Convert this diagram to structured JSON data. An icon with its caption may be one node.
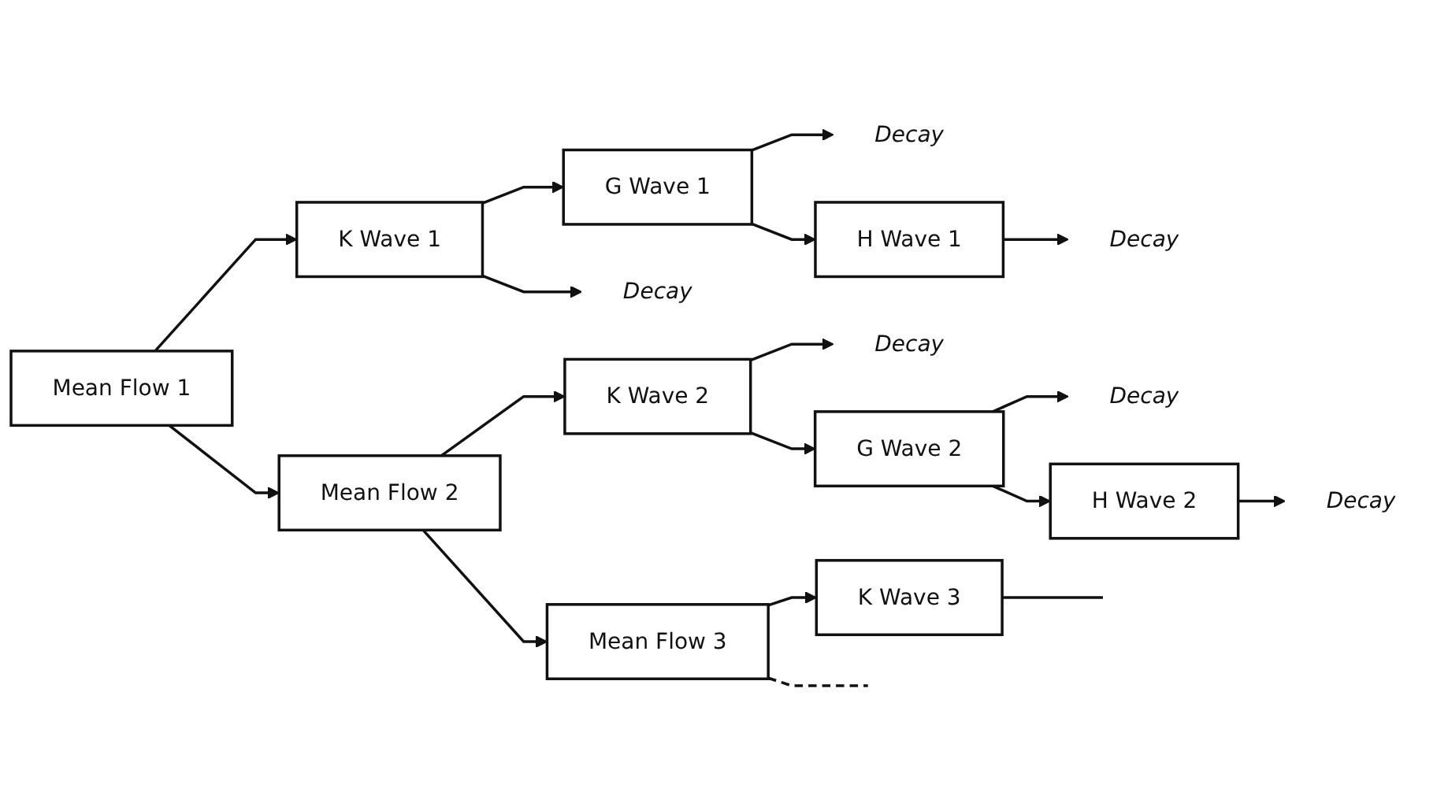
{
  "diagram": {
    "nodes": [
      {
        "text": [
          "Mean Flow 1"
        ]
      },
      {
        "text": [
          "Mean Flow 2"
        ]
      },
      {
        "text": [
          "Mean Flow 3"
        ]
      },
      {
        "text": [
          "K Wave 1"
        ]
      },
      {
        "text": [
          "Decay"
        ]
      },
      {
        "text": [
          "G Wave 1"
        ]
      },
      {
        "text": [
          "Decay"
        ]
      },
      {
        "text": [
          "H Wave 1"
        ]
      },
      {
        "text": [
          "Decay"
        ]
      },
      {
        "text": [
          "K Wave 2"
        ]
      },
      {
        "text": [
          "Decay"
        ]
      },
      {
        "text": [
          "G Wave 2"
        ]
      },
      {
        "text": [
          "Decay"
        ]
      },
      {
        "text": [
          "H Wave 2"
        ]
      },
      {
        "text": [
          "Decay"
        ]
      },
      {
        "text": [
          "K Wave 3"
        ]
      }
    ],
    "edges": [
      {
        "from": 0,
        "to": 1,
        "arrow": "to"
      },
      {
        "from": 1,
        "to": 2,
        "arrow": "to"
      },
      {
        "from": 2,
        "to": null,
        "arrow": "none",
        "style": "dashed"
      },
      {
        "from": 0,
        "to": 3,
        "arrow": "to"
      },
      {
        "from": 3,
        "to": 4,
        "arrow": "to"
      },
      {
        "from": 3,
        "to": 5,
        "arrow": "to"
      },
      {
        "from": 5,
        "to": 6,
        "arrow": "to"
      },
      {
        "from": 5,
        "to": 7,
        "arrow": "to"
      },
      {
        "from": 7,
        "to": 8,
        "arrow": "to"
      },
      {
        "from": 1,
        "to": 9,
        "arrow": "to"
      },
      {
        "from": 9,
        "to": 10,
        "arrow": "to"
      },
      {
        "from": 9,
        "to": 11,
        "arrow": "to"
      },
      {
        "from": 11,
        "to": 12,
        "arrow": "to"
      },
      {
        "from": 11,
        "to": 13,
        "arrow": "to"
      },
      {
        "from": 13,
        "to": 14,
        "arrow": "to"
      },
      {
        "from": 2,
        "to": 15,
        "arrow": "to"
      },
      {
        "from": 15,
        "to": null,
        "arrow": "none"
      }
    ]
  }
}
